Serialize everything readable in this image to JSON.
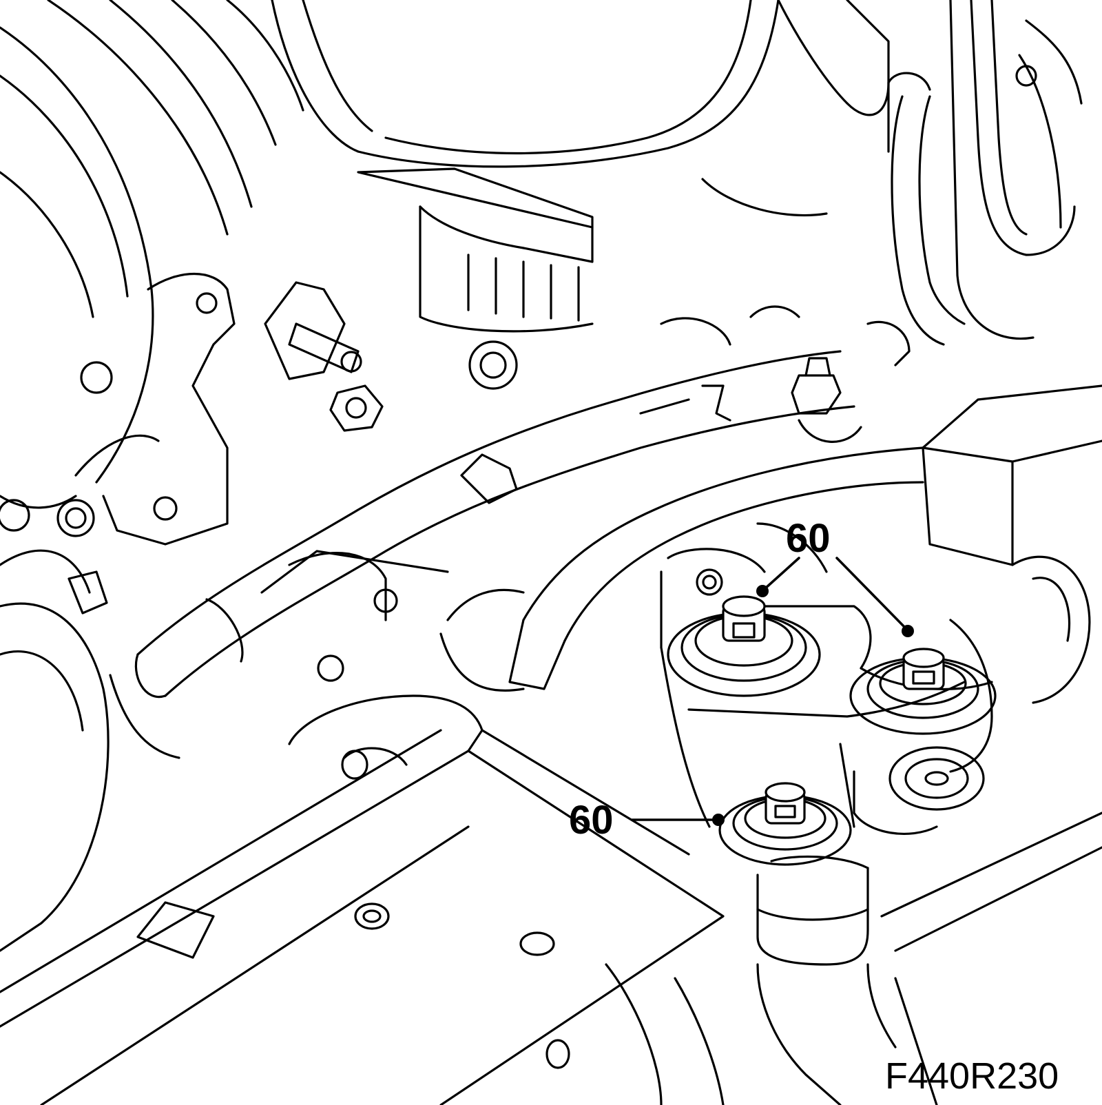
{
  "figure": {
    "id": "F440R230"
  },
  "callouts": [
    {
      "label": "60"
    },
    {
      "label": "60"
    }
  ]
}
